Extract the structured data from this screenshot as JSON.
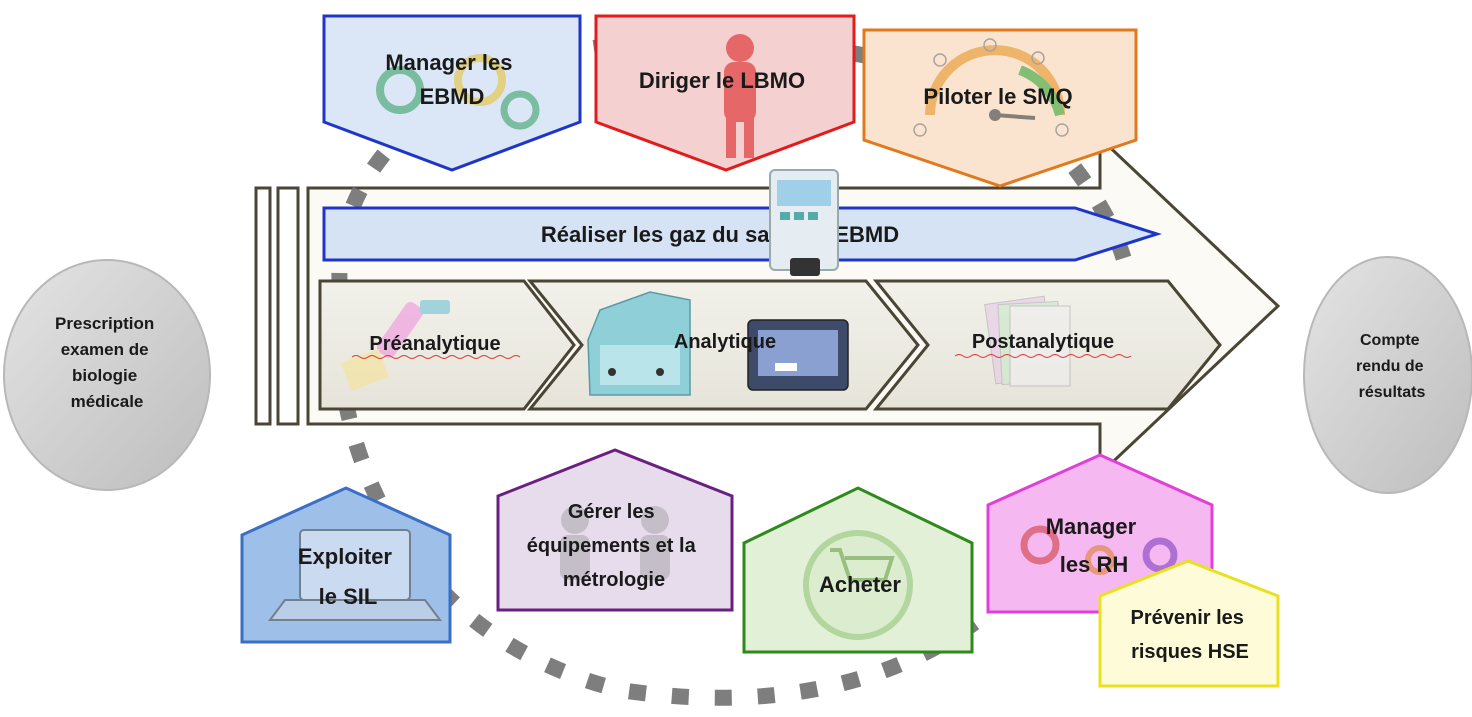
{
  "inputs": {
    "prescription": [
      "Prescription",
      "examen de",
      "biologie",
      "médicale"
    ]
  },
  "outputs": {
    "compte_rendu": [
      "Compte",
      "rendu de",
      "résultats"
    ]
  },
  "main_process": {
    "title": "Réaliser les gaz du sang en EBMD",
    "steps": [
      "Préanalytique",
      "Analytique",
      "Postanalytique"
    ]
  },
  "management": [
    {
      "lines": [
        "Manager les",
        "EBMD"
      ],
      "color": "#1f35c8",
      "fill": "#dbe6f7"
    },
    {
      "lines": [
        "Diriger le LBMO"
      ],
      "color": "#e01c1c",
      "fill": "#f4d0d0"
    },
    {
      "lines": [
        "Piloter le SMQ"
      ],
      "color": "#e07a1c",
      "fill": "#fbe4cf"
    }
  ],
  "support": [
    {
      "lines": [
        "Exploiter",
        "le SIL"
      ],
      "color": "#3b6fc7",
      "fill": "#9ebfe8"
    },
    {
      "lines": [
        "Gérer les",
        "équipements et la",
        "métrologie"
      ],
      "color": "#6a2080",
      "fill": "#e6dcec"
    },
    {
      "lines": [
        "Acheter"
      ],
      "color": "#2f8a1c",
      "fill": "#e3f0d8"
    },
    {
      "lines": [
        "Manager",
        "les RH"
      ],
      "color": "#e040d8",
      "fill": "#f6b8f0"
    },
    {
      "lines": [
        "Prévenir les",
        "risques HSE"
      ],
      "color": "#e8e020",
      "fill": "#fdfbd8"
    }
  ],
  "icons": {
    "gauge": "gauge-icon",
    "cart": "cart-icon",
    "person": "person-icon",
    "gears": "gears-icon",
    "laptop": "laptop-icon",
    "analyzer": "analyzer-icon",
    "tube": "tube-icon",
    "papers": "papers-icon"
  }
}
